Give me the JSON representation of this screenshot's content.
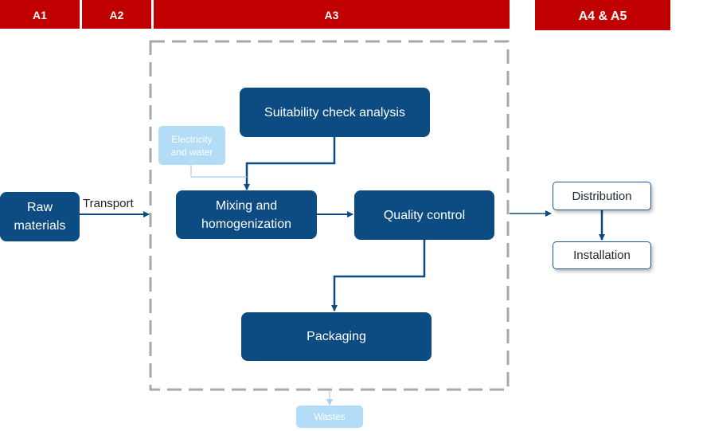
{
  "colors": {
    "stage_bar": "#c00000",
    "process_box": "#0d4c82",
    "input_box": "#b3dcf7",
    "boundary": "#a8a8a8",
    "arrow": "#0d4c82"
  },
  "stages": {
    "a1": "A1",
    "a2": "A2",
    "a3": "A3",
    "a4_a5": "A4 & A5"
  },
  "nodes": {
    "raw_materials": "Raw materials",
    "suitability": "Suitability check analysis",
    "electricity": "Electricity and water",
    "mixing": "Mixing and homogenization",
    "quality": "Quality control",
    "packaging": "Packaging",
    "distribution": "Distribution",
    "installation": "Installation",
    "wastes": "Wastes"
  },
  "edges": {
    "transport": "Transport"
  }
}
